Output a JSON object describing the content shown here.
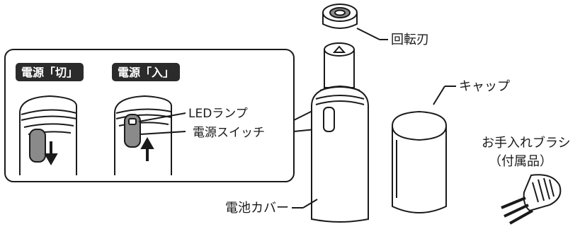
{
  "inset": {
    "badge_off": "電源「切」",
    "badge_on": "電源「入」",
    "label_led": "LEDランプ",
    "label_switch": "電源スイッチ"
  },
  "parts": {
    "blade": "回転刃",
    "cap": "キャップ",
    "brush_line1": "お手入れブラシ",
    "brush_line2": "（付属品）",
    "battery_cover": "電池カバー"
  },
  "colors": {
    "line": "#1a1a1a",
    "badge_bg": "#2b2b2b",
    "badge_text": "#ffffff",
    "switch_gray": "#8a8a8a",
    "inset_border": "#1a1a1a"
  }
}
